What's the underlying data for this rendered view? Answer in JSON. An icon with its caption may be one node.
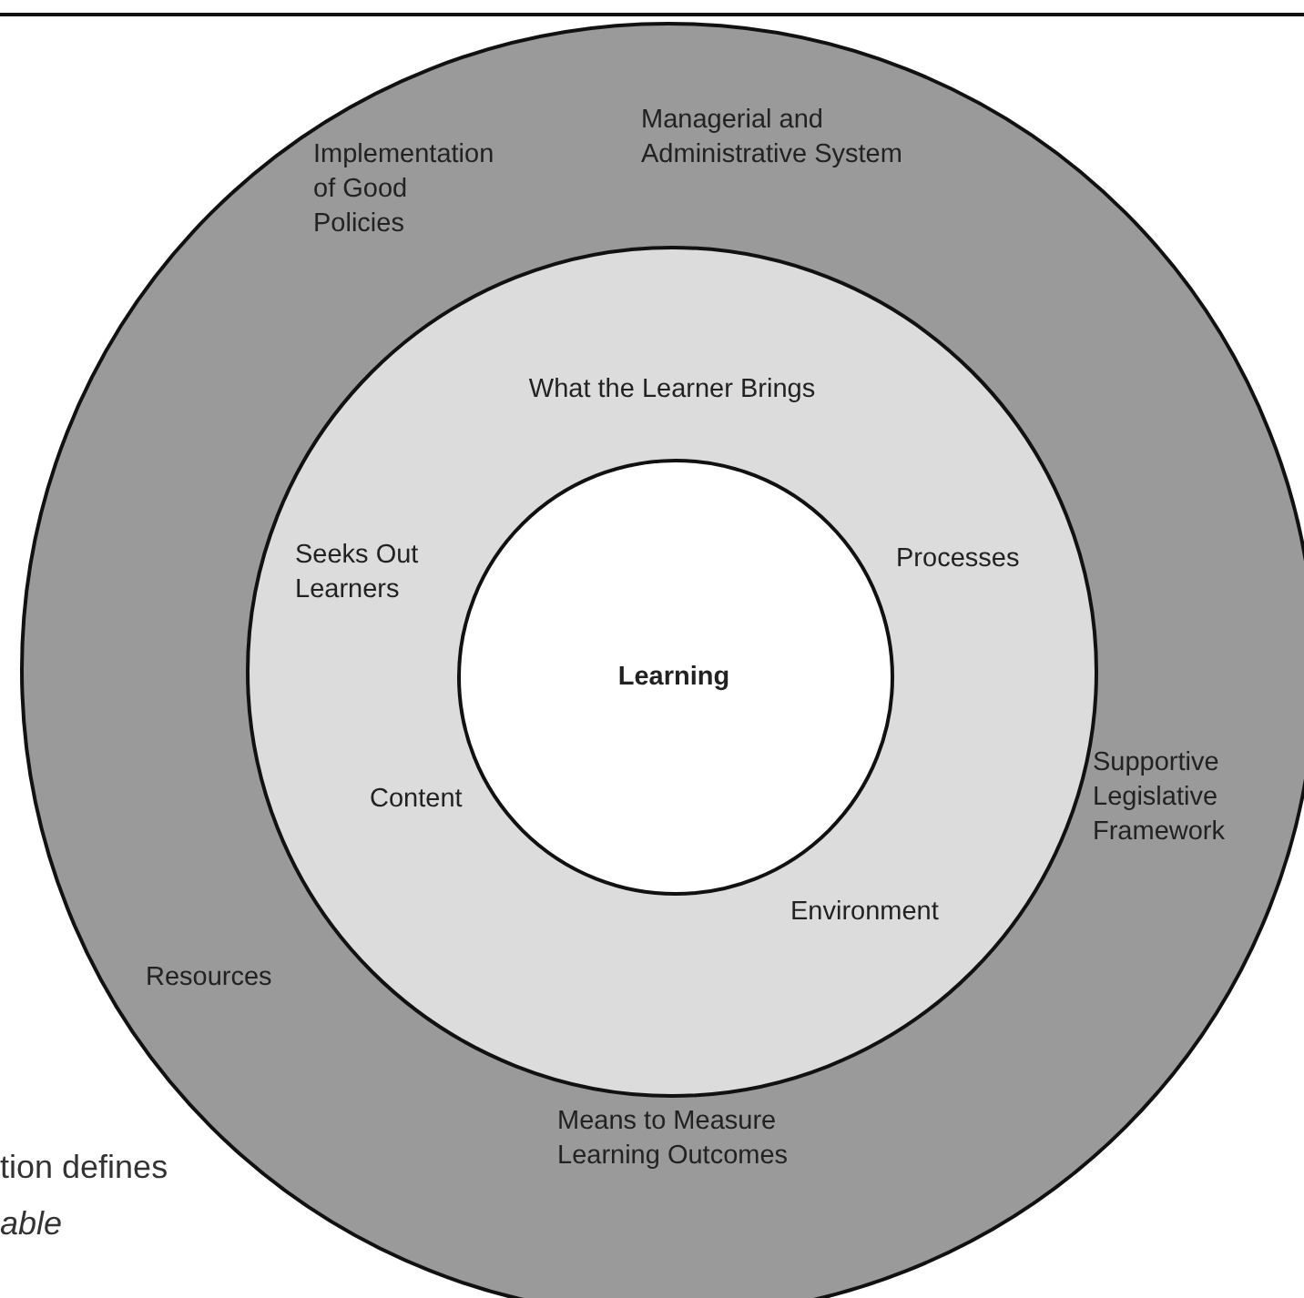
{
  "diagram": {
    "nodes": [
      {
        "text": [
          "Managerial and Administrative System",
          "Implementation of Good Policies",
          "Supportive Legislative Framework",
          "Resources",
          "Means to Measure Learning Outcomes"
        ]
      },
      {
        "text": [
          "What the Learner Brings",
          "Seeks Out Learners",
          "Processes",
          "Content",
          "Environment"
        ],
        "in": 0
      },
      {
        "text": [
          "Learning"
        ],
        "in": 1
      }
    ],
    "labels": [
      "tion defines",
      "able"
    ]
  }
}
